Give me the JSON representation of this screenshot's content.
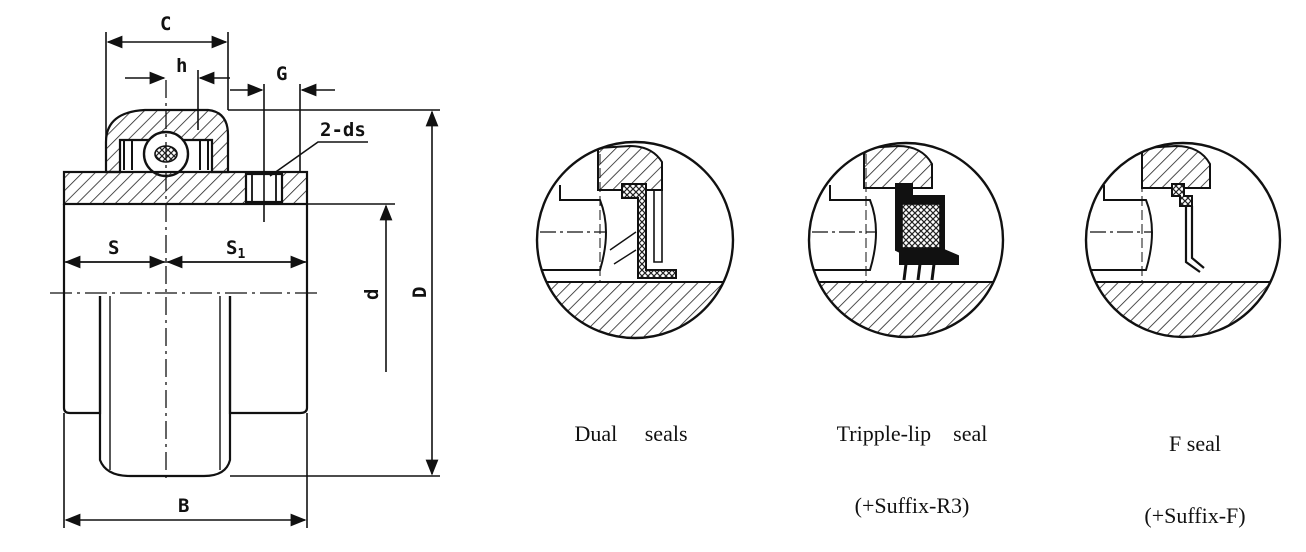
{
  "drawing": {
    "dimensions": {
      "C": "C",
      "h": "h",
      "G": "G",
      "ds": "2-ds",
      "S": "S",
      "S1_main": "S",
      "S1_sub": "1",
      "d": "d",
      "D": "D",
      "B": "B"
    }
  },
  "seals": [
    {
      "title": "Dual     seals",
      "suffix": ""
    },
    {
      "title": "Tripple-lip    seal",
      "suffix": "(+Suffix-R3)"
    },
    {
      "title": "F seal",
      "suffix": "(+Suffix-F)"
    }
  ]
}
